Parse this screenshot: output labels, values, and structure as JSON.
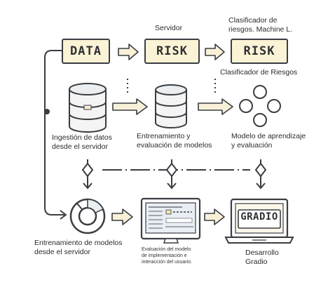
{
  "diagram": {
    "top_row": {
      "box_1": "DATA",
      "box_2": "RISK",
      "box_3": "RISK",
      "label_servidor": "Servidor",
      "label_clasificador_ml_line1": "Clasificador de",
      "label_clasificador_ml_line2": "riesgos. Machine L.",
      "label_clasificador_riesgos": "Clasificador de Riesgos"
    },
    "middle_row": {
      "ingestion_line1": "Ingestión de datos",
      "ingestion_line2": "desde el servidor",
      "entrenamiento_line1": "Entrenamiento y",
      "entrenamiento_line2": "evaluación de modelos",
      "modelo_line1": "Modelo de aprendizaje",
      "modelo_line2": "y evaluación"
    },
    "bottom_row": {
      "entrenamiento_servidor_line1": "Entrenamiento de modelos",
      "entrenamiento_servidor_line2": "desde el servidor",
      "evaluacion_line1": "Evaluación del modelo",
      "evaluacion_line2": "de implementación e",
      "evaluacion_line3": "interacción del usuario.",
      "gradio_screen": "GRADIO",
      "desarrollo_line1": "Desarrollo",
      "desarrollo_line2": "Gradio"
    },
    "colors": {
      "box_fill": "#fbf3d6",
      "stroke": "#3a3d42",
      "arrow_fill": "#f8f1d8"
    }
  }
}
